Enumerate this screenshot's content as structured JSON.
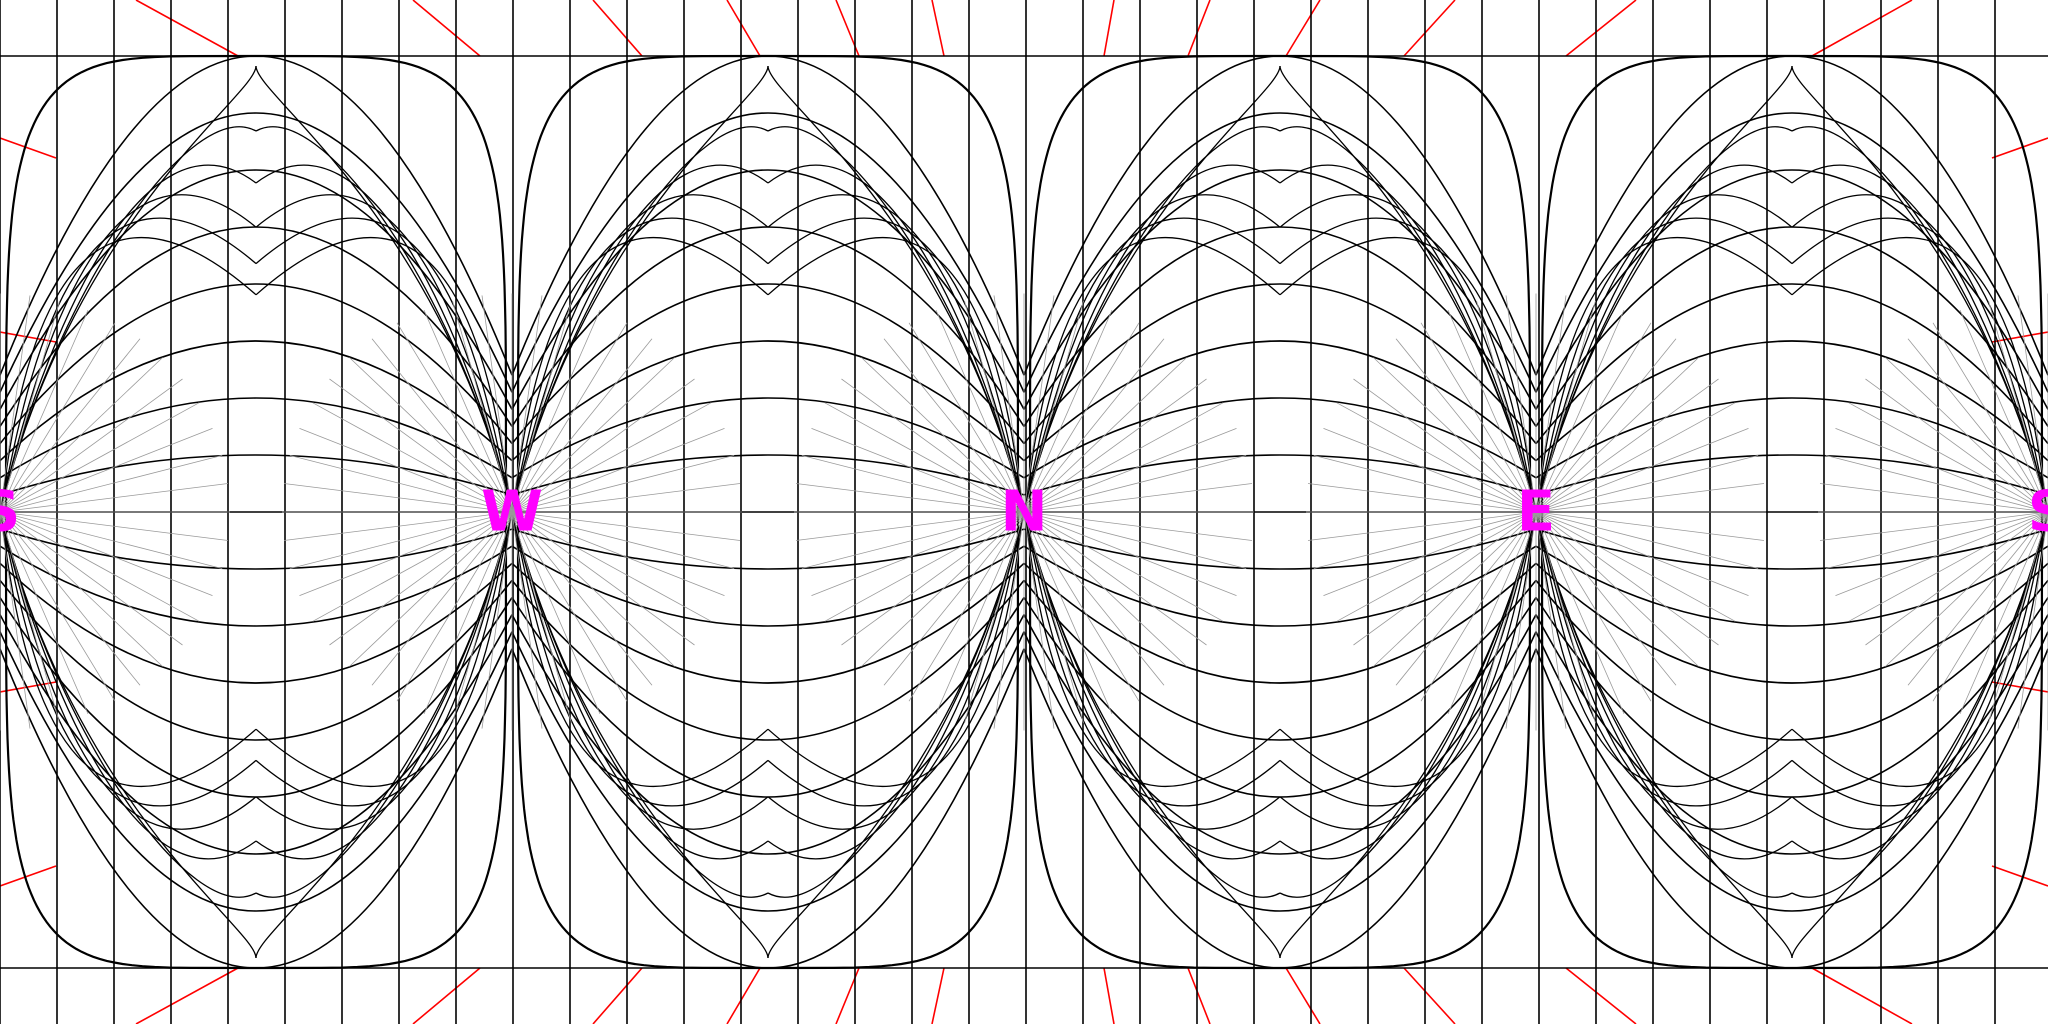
{
  "grid": {
    "line_color": "#000000",
    "ray_color": "#9a9a9a",
    "tick_color": "#ff0000",
    "background": "#ffffff"
  },
  "directions": {
    "label_color": "#ff00ff",
    "items": [
      {
        "key": "south_left",
        "letter": "S"
      },
      {
        "key": "west",
        "letter": "W"
      },
      {
        "key": "north",
        "letter": "N"
      },
      {
        "key": "east",
        "letter": "E"
      },
      {
        "key": "south_right",
        "letter": "S"
      }
    ]
  }
}
